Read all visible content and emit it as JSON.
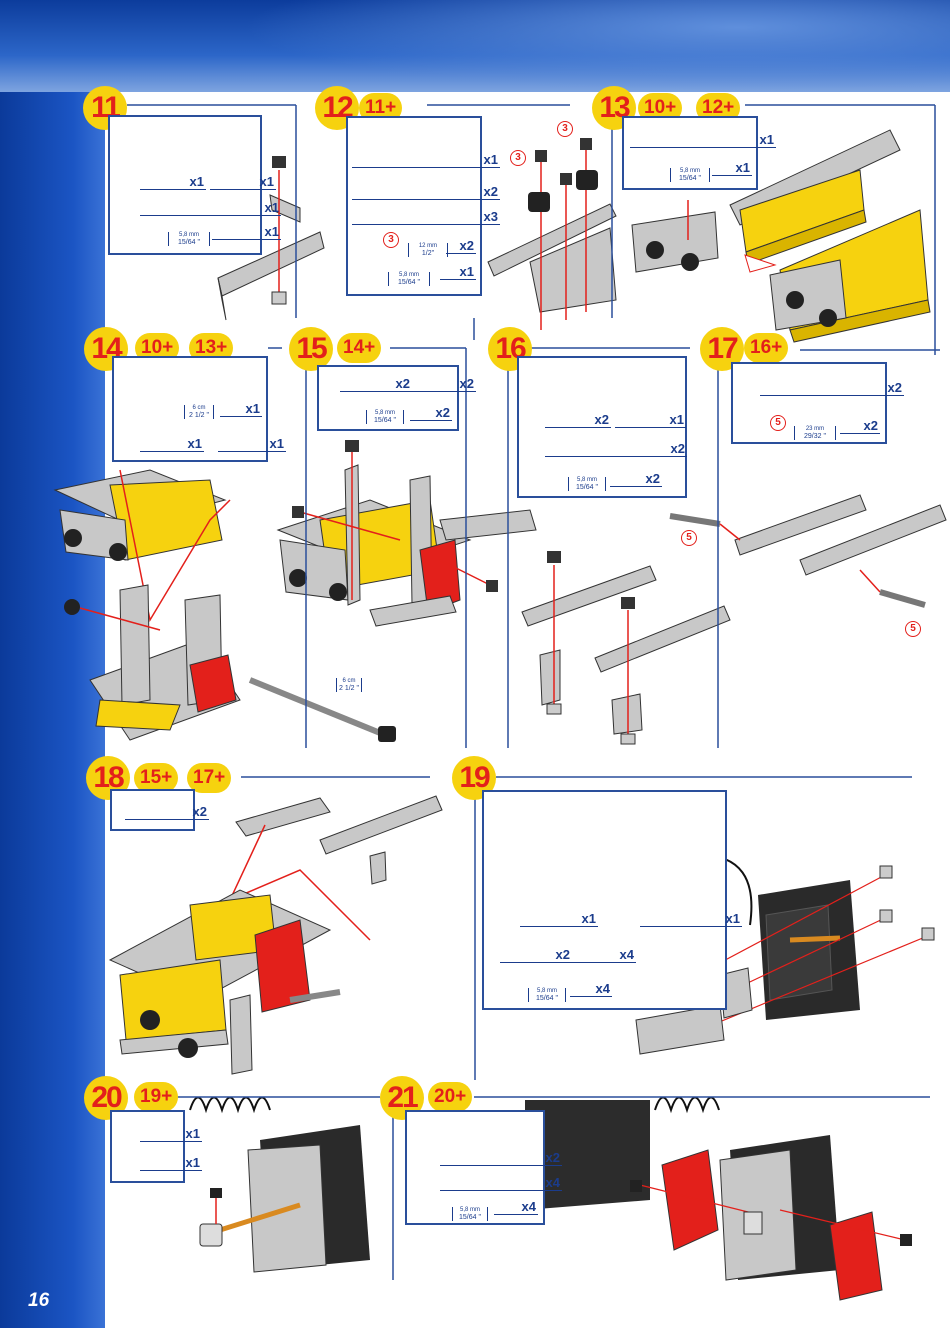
{
  "page_number": "16",
  "colors": {
    "accent_yellow": "#f6d20f",
    "accent_red": "#e3201b",
    "frame_blue": "#2a4f9b"
  },
  "steps": {
    "s11": {
      "num": "11",
      "q1": "x1",
      "q2": "x1",
      "q3": "x1",
      "q4": "x1",
      "m_mm": "5,8 mm",
      "m_in": "15/64 \""
    },
    "s12": {
      "num": "12",
      "ref": "11+",
      "q1": "x1",
      "q2": "x2",
      "q3": "x3",
      "q4": "x2",
      "q5": "x1",
      "circle": "3",
      "m1_mm": "12 mm",
      "m1_in": "1/2\"",
      "m2_mm": "5,8 mm",
      "m2_in": "15/64 \"",
      "circle_a": "3",
      "circle_b": "3"
    },
    "s13": {
      "num": "13",
      "ref1": "10+",
      "ref2": "12+",
      "q1": "x1",
      "q2": "x1",
      "m_mm": "5,8 mm",
      "m_in": "15/64 \""
    },
    "s14": {
      "num": "14",
      "ref1": "10+",
      "ref2": "13+",
      "q1": "x1",
      "q2": "x1",
      "q3": "x1",
      "m_cm": "6 cm",
      "m_in": "2 1/2 \""
    },
    "s15": {
      "num": "15",
      "ref": "14+",
      "q1": "x2",
      "q2": "x2",
      "q3": "x2",
      "m_mm": "5,8 mm",
      "m_in": "15/64 \"",
      "m2_cm": "6 cm",
      "m2_in": "2 1/2 \""
    },
    "s16": {
      "num": "16",
      "q1": "x2",
      "q2": "x1",
      "q3": "x2",
      "q4": "x2",
      "m_mm": "5,8 mm",
      "m_in": "15/64 \""
    },
    "s17": {
      "num": "17",
      "ref": "16+",
      "q1": "x2",
      "q2": "x2",
      "circle": "5",
      "m_mm": "23 mm",
      "m_in": "29/32 \"",
      "circle_a": "5",
      "circle_b": "5"
    },
    "s18": {
      "num": "18",
      "ref1": "15+",
      "ref2": "17+",
      "q1": "x2"
    },
    "s19": {
      "num": "19",
      "q1": "x1",
      "q2": "x1",
      "q3": "x2",
      "q4": "x4",
      "q5": "x4",
      "m_mm": "5,8 mm",
      "m_in": "15/64 \""
    },
    "s20": {
      "num": "20",
      "ref": "19+",
      "q1": "x1",
      "q2": "x1"
    },
    "s21": {
      "num": "21",
      "ref": "20+",
      "q1": "x2",
      "q2": "x4",
      "q3": "x4",
      "m_mm": "5,8 mm",
      "m_in": "15/64 \""
    }
  }
}
